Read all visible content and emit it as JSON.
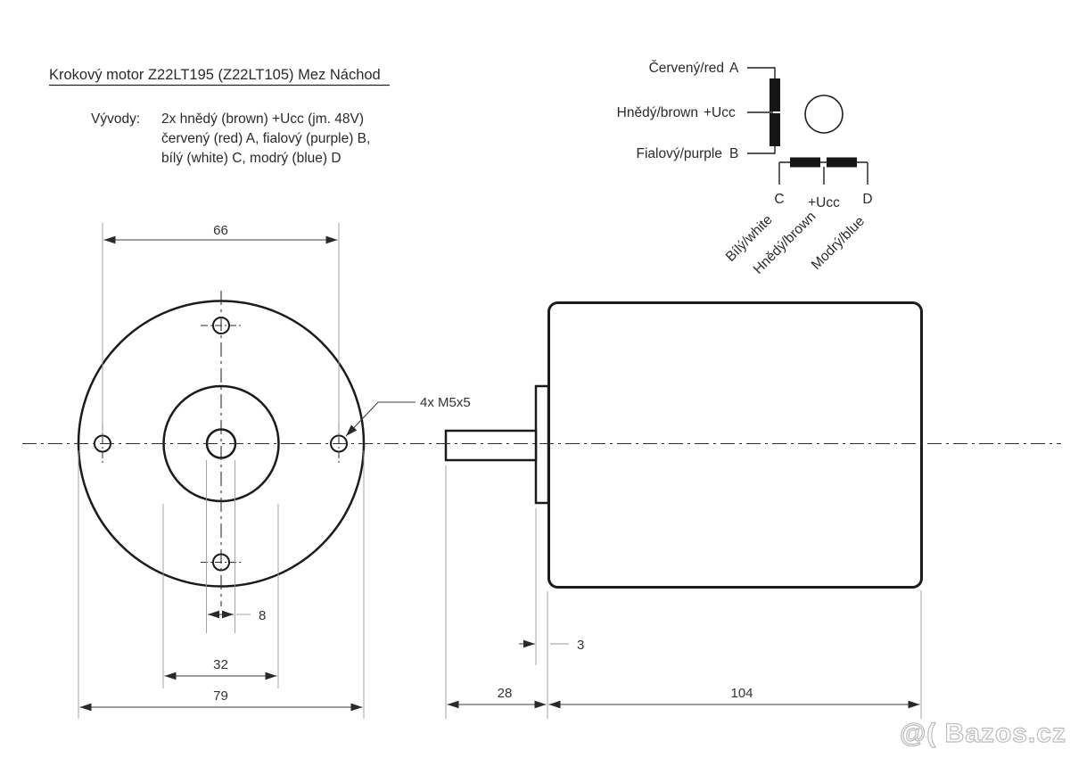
{
  "title": "Krokový motor Z22LT195 (Z22LT105) Mez Náchod",
  "notes": {
    "label": "Vývody:",
    "line1": "2x hnědý (brown) +Ucc (jm. 48V)",
    "line2": "červený (red) A, fialový (purple) B,",
    "line3": "bílý (white) C, modrý (blue) D"
  },
  "wiring": {
    "red_label": "Červený/red",
    "terminal_a": "A",
    "brown_label": "Hnědý/brown",
    "ucc_top": "+Ucc",
    "purple_label": "Fialový/purple",
    "terminal_b": "B",
    "terminal_c": "C",
    "ucc_bottom": "+Ucc",
    "terminal_d": "D",
    "white_diag": "Bílý/white",
    "brown_diag": "Hnědý/brown",
    "blue_diag": "Modrý/blue",
    "colors": {
      "red": "#d02a2e",
      "tan": "#b08f72",
      "purple": "#944b92",
      "white_gray": "#c6c6c6",
      "orange": "#c4702f",
      "blue": "#2fa8df"
    }
  },
  "dimensions": {
    "bolt_spacing": "66",
    "shaft_diameter": "8",
    "pilot_diameter": "32",
    "flange_diameter": "79",
    "flange_thickness": "3",
    "shaft_length": "28",
    "body_length": "104",
    "mount_thread": "4x M5x5"
  },
  "watermark": "@( Bazos.cz"
}
